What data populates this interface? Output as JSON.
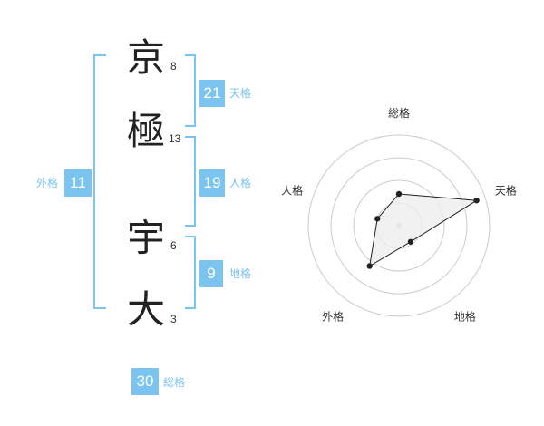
{
  "name": {
    "characters": [
      {
        "char": "京",
        "strokes": "8"
      },
      {
        "char": "極",
        "strokes": "13"
      },
      {
        "char": "宇",
        "strokes": "6"
      },
      {
        "char": "大",
        "strokes": "3"
      }
    ]
  },
  "fortunes": {
    "tenkaku": {
      "value": "21",
      "label": "天格"
    },
    "jinkaku": {
      "value": "19",
      "label": "人格"
    },
    "chikaku": {
      "value": "9",
      "label": "地格"
    },
    "gaikaku": {
      "value": "11",
      "label": "外格"
    },
    "soukaku": {
      "value": "30",
      "label": "総格"
    }
  },
  "colors": {
    "accent": "#7cc4f0",
    "ring": "#cccccc",
    "area_fill": "#eeeeee",
    "line": "#222222"
  },
  "chart_data": {
    "type": "radar",
    "axes": [
      "総格",
      "天格",
      "地格",
      "外格",
      "人格"
    ],
    "values": [
      0.35,
      0.9,
      0.22,
      0.55,
      0.25
    ],
    "rings": 4
  }
}
